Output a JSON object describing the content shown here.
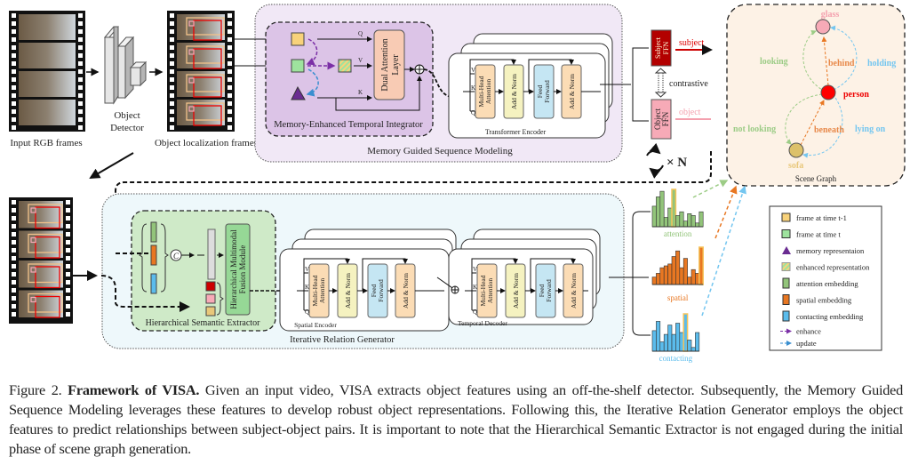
{
  "figure": {
    "input_frames_label": "Input RGB frames",
    "detector_label_line1": "Object",
    "detector_label_line2": "Detector",
    "localization_frames_label": "Object localization frames",
    "mgsm": {
      "title": "Memory Guided Sequence Modeling",
      "met_title": "Memory-Enhanced Temporal Integrator",
      "q": "Q",
      "v": "V",
      "k": "K",
      "dual_attention_line1": "Dual Attention",
      "dual_attention_line2": "Layer",
      "transformer_encoder": "Transformer Encoder",
      "mha_line1": "Multi-Head",
      "mha_line2": "Attention",
      "add_norm": "Add & Norm",
      "ff_line1": "Feed",
      "ff_line2": "Forward"
    },
    "heads": {
      "subject_ffn_line1": "Subject",
      "subject_ffn_line2": "FFN",
      "object_ffn_line1": "Object",
      "object_ffn_line2": "FFN",
      "subject_label": "subject",
      "object_label": "object",
      "contrastive_label": "contrastive",
      "repeat_label": "× N"
    },
    "scene_graph": {
      "title": "Scene Graph",
      "nodes": {
        "glass": "glass",
        "person": "person",
        "sofa": "sofa"
      },
      "edges": {
        "looking": "looking",
        "behind": "behind",
        "holding": "holding",
        "not_looking": "not looking",
        "beneath": "beneath",
        "lying_on": "lying on"
      }
    },
    "irg": {
      "title": "Iterative Relation Generator",
      "hse_title": "Hierarchical Semantic Extractor",
      "concat_symbol": "C",
      "fusion_line1": "Hierarchical Multimodal",
      "fusion_line2": "Fusion Module",
      "spatial_encoder": "Spatial Encoder",
      "temporal_decoder": "Temporal Decoder"
    },
    "histograms": [
      {
        "label": "attention",
        "color": "#92c47a",
        "values": [
          0.55,
          0.8,
          0.95,
          0.25,
          0.5,
          1.0,
          0.3,
          0.4,
          0.15,
          0.35,
          0.3,
          0.1,
          0.4
        ],
        "highlight": 5
      },
      {
        "label": "spatial",
        "color": "#e87722",
        "values": [
          0.2,
          0.3,
          0.45,
          0.5,
          0.55,
          0.75,
          0.9,
          0.45,
          0.7,
          0.2,
          0.4,
          0.3,
          1.0
        ],
        "highlight": 12
      },
      {
        "label": "contacting",
        "color": "#5bbcec",
        "values": [
          0.55,
          0.8,
          0.25,
          0.45,
          0.7,
          0.45,
          0.75,
          0.5,
          1.0,
          0.3,
          0.1,
          0.5
        ],
        "highlight": 8
      }
    ],
    "legend": [
      {
        "label": "frame at time t-1",
        "kind": "square",
        "color": "#f8d27a"
      },
      {
        "label": "frame at time t",
        "kind": "square",
        "color": "#9ee39e"
      },
      {
        "label": "memory representaion",
        "kind": "triangle",
        "color": "#6a2c91"
      },
      {
        "label": "enhanced representation",
        "kind": "hatched",
        "color": "#c8e28c"
      },
      {
        "label": "attention embedding",
        "kind": "bar",
        "color": "#92c47a"
      },
      {
        "label": "spatial embedding",
        "kind": "bar",
        "color": "#e87722"
      },
      {
        "label": "contacting embedding",
        "kind": "bar",
        "color": "#5bbcec"
      },
      {
        "label": "enhance",
        "kind": "arrow",
        "color": "#7b2fa6"
      },
      {
        "label": "update",
        "kind": "arrow",
        "color": "#3a8fd0"
      }
    ]
  },
  "caption": {
    "prefix": "Figure 2. ",
    "bold": "Framework of VISA.",
    "text": " Given an input video, VISA extracts object features using an off-the-shelf detector. Subsequently, the Memory Guided Sequence Modeling leverages these features to develop robust object representations. Following this, the Iterative Relation Generator employs the object features to predict relationships between subject-object pairs. It is important to note that the Hierarchical Semantic Extractor is not engaged during the initial phase of scene graph generation."
  }
}
